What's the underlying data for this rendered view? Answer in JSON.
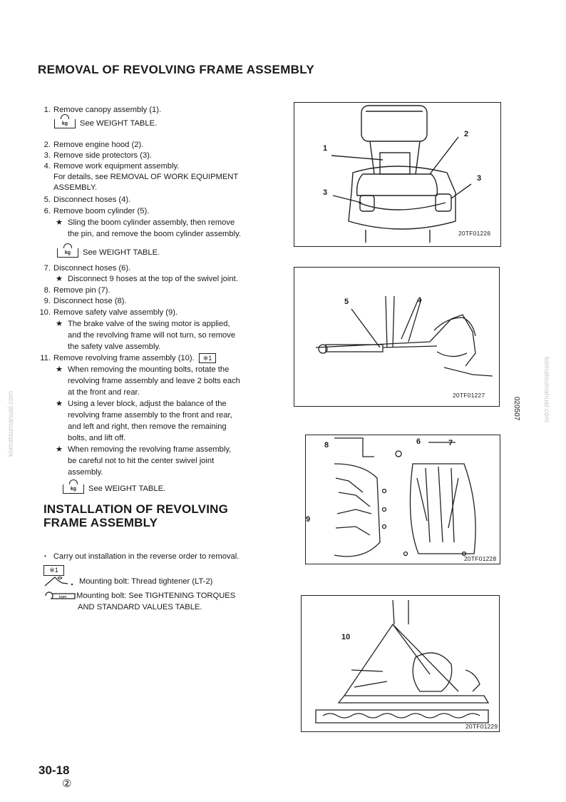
{
  "removal": {
    "title": "REMOVAL OF REVOLVING FRAME ASSEMBLY",
    "steps": [
      {
        "num": "1.",
        "text": "Remove canopy assembly (1)."
      },
      {
        "see": "See WEIGHT TABLE."
      },
      {
        "num": "2.",
        "text": "Remove engine hood (2)."
      },
      {
        "num": "3.",
        "text": "Remove side protectors (3)."
      },
      {
        "num": "4.",
        "text": "Remove work equipment assembly."
      },
      {
        "text": "For details, see REMOVAL OF WORK EQUIPMENT"
      },
      {
        "text": "ASSEMBLY."
      },
      {
        "num": "5.",
        "text": "Disconnect hoses (4)."
      },
      {
        "num": "6.",
        "text": "Remove boom cylinder (5)."
      },
      {
        "star": "★",
        "text": "Sling the boom cylinder assembly, then remove"
      },
      {
        "text": "the pin, and remove the boom cylinder assembly."
      },
      {
        "see": "See WEIGHT TABLE."
      },
      {
        "num": "7.",
        "text": "Disconnect hoses (6)."
      },
      {
        "star": "★",
        "text": "Disconnect 9 hoses at the top of the swivel joint."
      },
      {
        "num": "8.",
        "text": "Remove pin (7)."
      },
      {
        "num": "9.",
        "text": "Disconnect hose (8)."
      },
      {
        "num": "10.",
        "text": "Remove safety valve assembly (9)."
      },
      {
        "star": "★",
        "text": "The brake valve of the swing motor is applied,"
      },
      {
        "text": "and the revolving frame will not turn, so remove"
      },
      {
        "text": "the safety valve assembly."
      },
      {
        "num": "11.",
        "text": "Remove revolving frame assembly (10).",
        "tag": "※1"
      },
      {
        "star": "★",
        "text": "When removing the mounting bolts, rotate the"
      },
      {
        "text": "revolving frame assembly and leave 2 bolts each"
      },
      {
        "text": "at the front and rear."
      },
      {
        "star": "★",
        "text": "Using a lever block, adjust the balance of the"
      },
      {
        "text": "revolving frame assembly to the front and rear,"
      },
      {
        "text": "and left and right, then remove the remaining"
      },
      {
        "text": "bolts, and lift off."
      },
      {
        "star": "★",
        "text": "When removing the revolving frame assembly,"
      },
      {
        "text": "be careful not to hit the center swivel joint"
      },
      {
        "text": "assembly."
      },
      {
        "see": "See WEIGHT TABLE."
      }
    ]
  },
  "installation": {
    "title_line1": "INSTALLATION OF REVOLVING",
    "title_line2": "FRAME ASSEMBLY",
    "bullet": "Carry out installation in the reverse order to removal.",
    "tag": "※1",
    "thread_note": "Mounting bolt: Thread tightener (LT-2)",
    "torque_line1": "Mounting bolt: See TIGHTENING TORQUES",
    "torque_line2": "AND STANDARD VALUES TABLE."
  },
  "kg_label": "kg",
  "figures": [
    {
      "id": "20TF01226",
      "callouts": [
        "1",
        "2",
        "3",
        "3"
      ]
    },
    {
      "id": "20TF01227",
      "callouts": [
        "5",
        "4"
      ]
    },
    {
      "id": "20TF01228",
      "callouts": [
        "8",
        "6",
        "7",
        "9"
      ]
    },
    {
      "id": "20TF01229",
      "callouts": [
        "10"
      ]
    }
  ],
  "side_code": "020507",
  "watermark": "komatsumanual.com",
  "footer": {
    "page": "30-18",
    "rev": "②"
  }
}
